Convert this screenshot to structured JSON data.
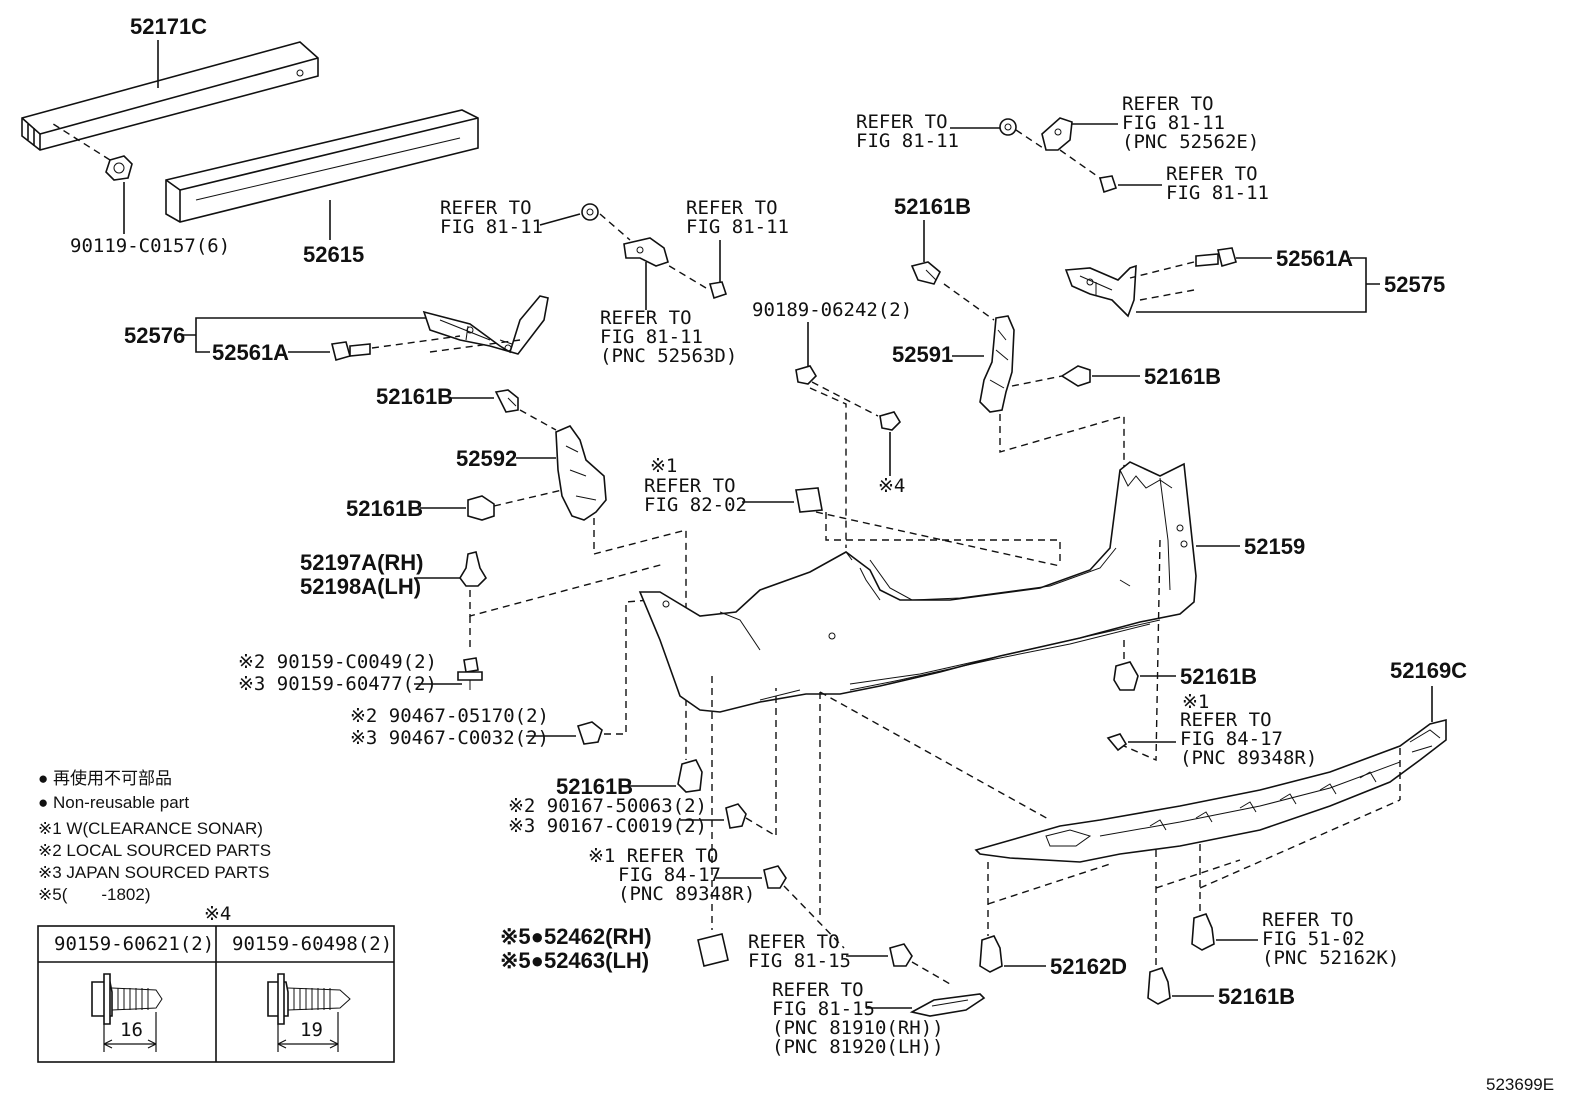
{
  "parts": {
    "p52171C": "52171C",
    "p90119": "90119-C0157(6)",
    "p52615": "52615",
    "p52576": "52576",
    "p52561A_left": "52561A",
    "p52161B_1": "52161B",
    "p52592": "52592",
    "p52161B_2": "52161B",
    "p52197A": "52197A(RH)",
    "p52198A": "52198A(LH)",
    "p90159_2": "※2 90159-C0049(2)",
    "p90159_3": "※3 90159-60477(2)",
    "p90467_2": "※2 90467-05170(2)",
    "p90467_3": "※3 90467-C0032(2)",
    "p52161B_3": "52161B",
    "p90167_2": "※2 90167-50063(2)",
    "p90167_3": "※3 90167-C0019(2)",
    "p52462": "※5●52462(RH)",
    "p52463": "※5●52463(LH)",
    "p90189": "90189-06242(2)",
    "p52161B_top": "52161B",
    "p52591": "52591",
    "p52161B_r": "52161B",
    "p52561A_right": "52561A",
    "p52575": "52575",
    "p52159": "52159",
    "p52161B_mid": "52161B",
    "p52169C": "52169C",
    "p52162D": "52162D",
    "p52161B_bot": "52161B",
    "star4": "※4",
    "diagram_id": "523699E"
  },
  "refs": {
    "r1": [
      "REFER TO",
      "FIG 81-11"
    ],
    "r2": [
      "REFER TO",
      "FIG 81-11"
    ],
    "r3": [
      "REFER TO",
      "FIG 81-11",
      "(PNC 52563D)"
    ],
    "r4": [
      "REFER TO",
      "FIG 81-11"
    ],
    "r5": [
      "REFER TO",
      "FIG 81-11",
      "(PNC 52562E)"
    ],
    "r6": [
      "REFER TO",
      "FIG 81-11"
    ],
    "r7": [
      "※1",
      "REFER TO",
      "FIG 82-02"
    ],
    "r8": [
      "※1",
      "REFER TO",
      "FIG 84-17",
      "(PNC 89348R)"
    ],
    "r9": [
      "※1 REFER TO",
      "FIG 84-17",
      "(PNC 89348R)"
    ],
    "r10": [
      "REFER TO",
      "FIG 81-15"
    ],
    "r11": [
      "REFER TO",
      "FIG 81-15",
      "(PNC 81910(RH))",
      "(PNC 81920(LH))"
    ],
    "r12": [
      "REFER TO",
      "FIG 51-02",
      "(PNC 52162K)"
    ]
  },
  "legend": {
    "jp": "● 再使用不可部品",
    "en": "● Non-reusable part",
    "n1": "※1 W(CLEARANCE SONAR)",
    "n2": "※2 LOCAL SOURCED PARTS",
    "n3": "※3 JAPAN SOURCED PARTS",
    "n5": "※5(　　-1802)"
  },
  "table": {
    "title": "※4",
    "col1": "90159-60621(2)",
    "col2": "90159-60498(2)",
    "dim1": "16",
    "dim2": "19"
  }
}
